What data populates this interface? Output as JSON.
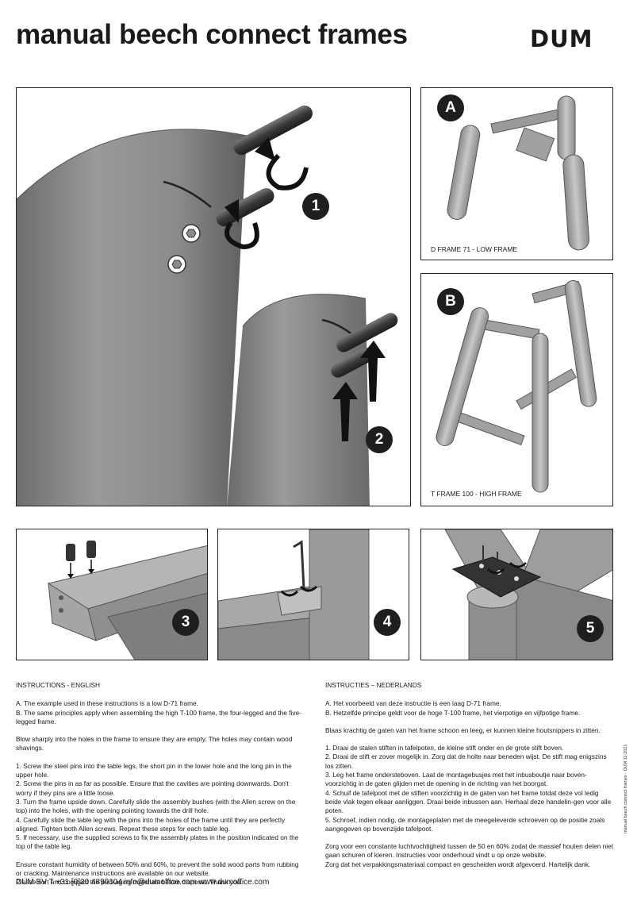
{
  "header": {
    "title": "manual beech connect frames",
    "brand": "DUM"
  },
  "panels": {
    "step1": "1",
    "step2": "2",
    "a": {
      "badge": "A",
      "caption": "D FRAME 71 - LOW FRAME"
    },
    "b": {
      "badge": "B",
      "caption": "T FRAME 100 - HIGH FRAME"
    },
    "step3": "3",
    "step4": "4",
    "step5": "5"
  },
  "english": {
    "heading": "INSTRUCTIONS - ENGLISH",
    "intro_a": "A. The example used in these instructions is a low D-71 frame.",
    "intro_b": "B. The same principles apply when assembling the high T-100 frame, the four-legged and the five-legged frame.",
    "blow": "Blow sharply into the holes in the frame to ensure they are empty. The holes may contain wood shavings.",
    "step1": "1. Screw the steel pins into the table legs, the short pin in the lower hole and the long pin in the upper hole.",
    "step2": "2. Screw the pins in as far as possible. Ensure that the cavities are pointing downwards. Don't worry if they pins are a little loose.",
    "step3": "3. Turn the frame upside down. Carefully slide the assembly bushes (with the Allen screw on the top) into the holes, with the opening pointing towards the drill hole.",
    "step4": "4. Carefully slide the table leg with the pins into the holes of the frame until they are perfectly aligned. Tighten both Allen screws. Repeat these steps for each table leg.",
    "step5": "5. If necessary, use the supplied screws to fix the assembly plates in the position indicated on the top of the table leg.",
    "humidity": "Ensure constant humidity of between 50% and 60%, to prevent the solid wood parts from rubbing or cracking. Maintenance instructions are available on our website.",
    "sort": "Please sort and compact the packaging materials before disposal. Thank you."
  },
  "dutch": {
    "heading": "INSTRUCTIES – NEDERLANDS",
    "intro_a": "A. Het voorbeeld van deze instructie is een laag D-71 frame.",
    "intro_b": "B. Hetzelfde principe geldt voor de hoge T-100 frame, het vierpotige en vijfpotige frame.",
    "blow": "Blaas krachtig de gaten van het frame schoon en leeg, er kunnen kleine houtsnippers in zitten.",
    "step1": "1. Draai de stalen stiften in tafelpoten, de kleine stift onder en de grote stift boven.",
    "step2": "2. Draai de stift er zover mogelijk in. Zorg dat de holte naar beneden wijst. De stift mag enigszins los zitten.",
    "step3": "3. Leg het frame ondersteboven. Laat de montagebusjes met het inbusboutje naar boven-voorzichtig in de gaten glijden met de opening in de richting van het boorgat.",
    "step4": "4. Schuif de tafelpoot met de stiften voorzichtig in de gaten van het frame totdat deze vol ledig beide vlak tegen elkaar aanliggen. Draai beide inbussen aan. Herhaal deze handelin-gen voor alle poten.",
    "step5": "5. Schroef, indien nodig, de montageplaten met de meegeleverde schroeven op de positie zoals aangegeven op bovenzijde tafelpoot.",
    "humidity": "Zorg voor een constante luchtvochtigheid tussen de 50 en 60% zodat de massief houten delen niet gaan schuren of kieren. Instructies voor onderhoud vindt u op onze website.",
    "sort": "Zorg dat het verpakkingsmateriaal compact en gescheiden wordt afgevoerd. Hartelijk dank."
  },
  "footer": {
    "contact": "DUM BV  T +31 [0]20 4890104  info@dumoffice.com  www.dumoffice.com"
  },
  "side_note": "manual beech connect frames - DUM  11-2021"
}
